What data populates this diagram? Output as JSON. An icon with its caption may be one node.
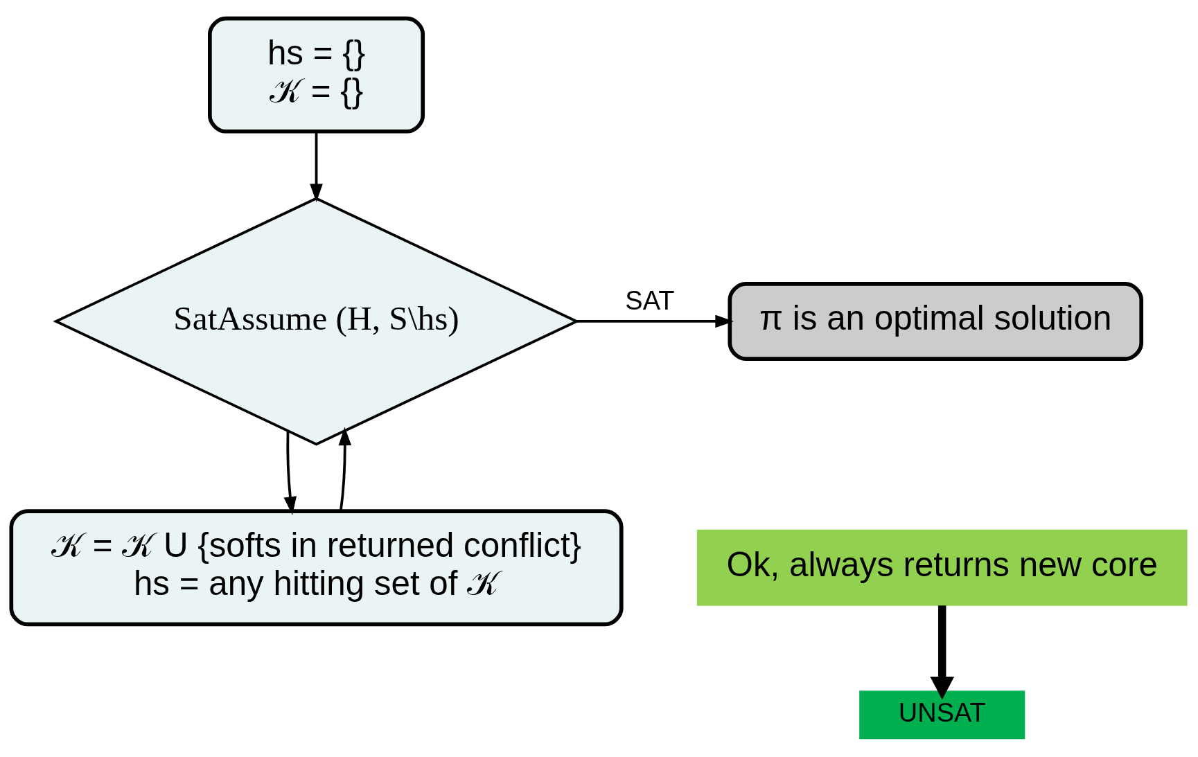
{
  "diagram": {
    "nodes": [
      {
        "text": [
          "hs = {}",
          "𝒦 = {}"
        ]
      },
      {
        "text": [
          "SatAssume (H, S\\hs)"
        ]
      },
      {
        "text": [
          "π is an optimal solution"
        ]
      },
      {
        "text": [
          "𝒦 = 𝒦 U {softs in returned conflict}",
          "hs = any hitting set of 𝒦"
        ]
      },
      {
        "text": [
          "Ok, always returns new core"
        ]
      },
      {
        "text": [
          "UNSAT"
        ]
      }
    ],
    "edges": [
      {
        "from": 0,
        "to": 1,
        "arrow": "to"
      },
      {
        "from": 1,
        "to": 2,
        "arrow": "to",
        "label": "SAT"
      },
      {
        "from": 1,
        "to": 3,
        "arrow": "to"
      },
      {
        "from": 3,
        "to": 1,
        "arrow": "to"
      },
      {
        "from": 4,
        "to": 5,
        "arrow": "to",
        "style": "thick"
      }
    ]
  }
}
